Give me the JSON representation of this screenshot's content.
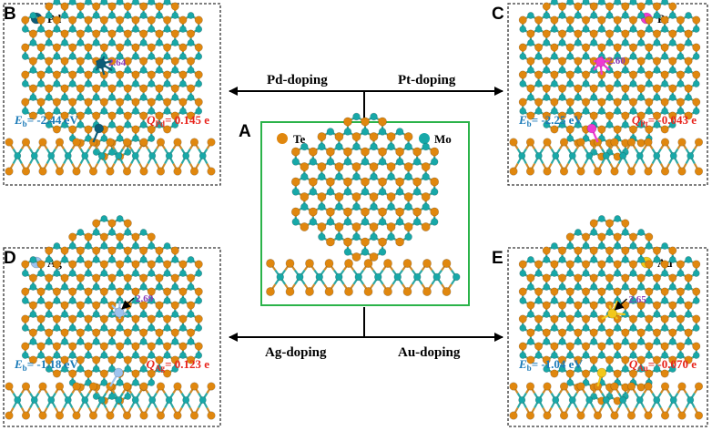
{
  "colors": {
    "te": "#e0870e",
    "mo": "#17a8a8",
    "bond_te": "#cf8a2a",
    "bond_mo": "#2aa8a4",
    "pd": "#0d5d78",
    "pt": "#ee3ad2",
    "ag": "#9ec3ee",
    "au": "#f2c81a",
    "frame_center": "#2bb34a",
    "eb": "#1a7ab8",
    "q": "#e8241c",
    "distance": "#8a3ab9"
  },
  "center": {
    "letter": "A",
    "legend": [
      {
        "label": "Te",
        "color_key": "te",
        "icon": "te-atom-icon"
      },
      {
        "label": "Mo",
        "color_key": "mo",
        "icon": "mo-atom-icon"
      }
    ]
  },
  "arrows": {
    "top_left": "Pd-doping",
    "top_right": "Pt-doping",
    "bottom_left": "Ag-doping",
    "bottom_right": "Au-doping"
  },
  "panels": [
    {
      "id": "B",
      "letter": "B",
      "element": "Pd",
      "color_key": "pd",
      "distance": "2.64",
      "eb_symbol": "E",
      "eb_sub": "b",
      "eb_value": "= -2.44 eV",
      "q_symbol": "Q",
      "q_sub": "Pd",
      "q_value": "= 0.145 e",
      "pointer": false
    },
    {
      "id": "C",
      "letter": "C",
      "element": "Pt",
      "color_key": "pt",
      "distance": "2.60",
      "eb_symbol": "E",
      "eb_sub": "b",
      "eb_value": "= -2.25 eV",
      "q_symbol": "Q",
      "q_sub": "Pt",
      "q_value": "= -0.043 e",
      "pointer": false
    },
    {
      "id": "D",
      "letter": "D",
      "element": "Ag",
      "color_key": "ag",
      "distance": "2.69",
      "eb_symbol": "E",
      "eb_sub": "b",
      "eb_value": "= -1.18 eV",
      "q_symbol": "Q",
      "q_sub": "Ag",
      "q_value": "= 0.123 e",
      "pointer": true
    },
    {
      "id": "E",
      "letter": "E",
      "element": "Au",
      "color_key": "au",
      "distance": "2.65",
      "eb_symbol": "E",
      "eb_sub": "b",
      "eb_value": "= -1.04 eV",
      "q_symbol": "Q",
      "q_sub": "Au",
      "q_value": "= -0.070 e",
      "pointer": true
    }
  ]
}
